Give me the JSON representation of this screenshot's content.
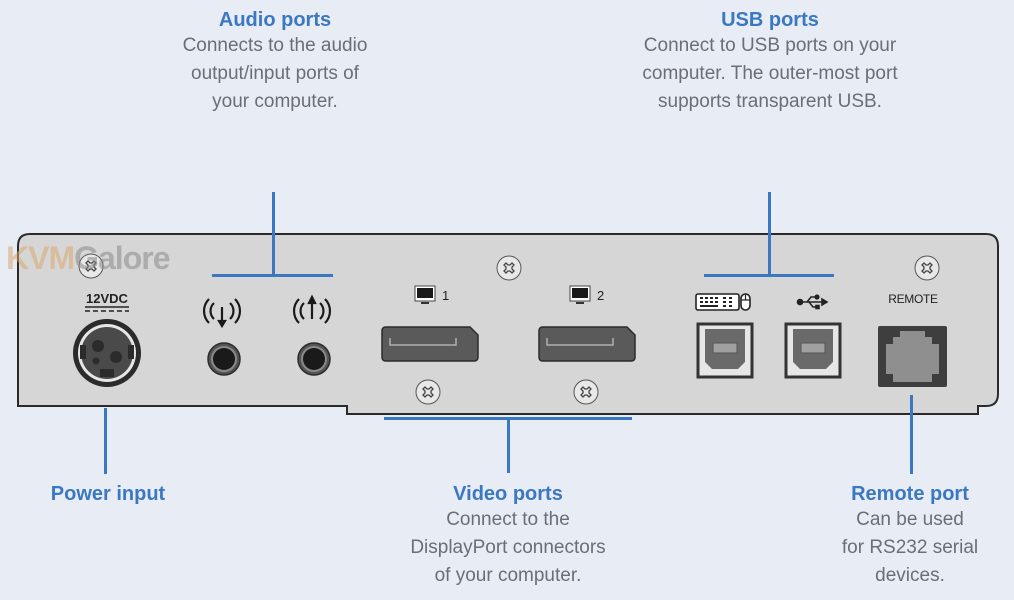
{
  "callouts": {
    "audio": {
      "title": "Audio ports",
      "desc": "Connects to the audio\noutput/input ports of\n your computer."
    },
    "usb": {
      "title": "USB ports",
      "desc": "Connect to USB ports on your\ncomputer. The outer-most port\nsupports transparent USB."
    },
    "power": {
      "title": "Power input"
    },
    "video": {
      "title": "Video ports",
      "desc": "Connect to the\nDisplayPort connectors\n of your computer."
    },
    "remote": {
      "title": "Remote port",
      "desc": "Can be used\nfor RS232 serial\n devices."
    }
  },
  "panel": {
    "power_label": "12VDC",
    "video1_label": "1",
    "video2_label": "2",
    "remote_label": "REMOTE"
  },
  "watermark": {
    "part1": "KVM",
    "part2": "Galore"
  },
  "colors": {
    "accent": "#3a78c2",
    "background": "#e8ecf4",
    "panel": "#d6d6d6",
    "text_gray": "#6b6e75"
  }
}
